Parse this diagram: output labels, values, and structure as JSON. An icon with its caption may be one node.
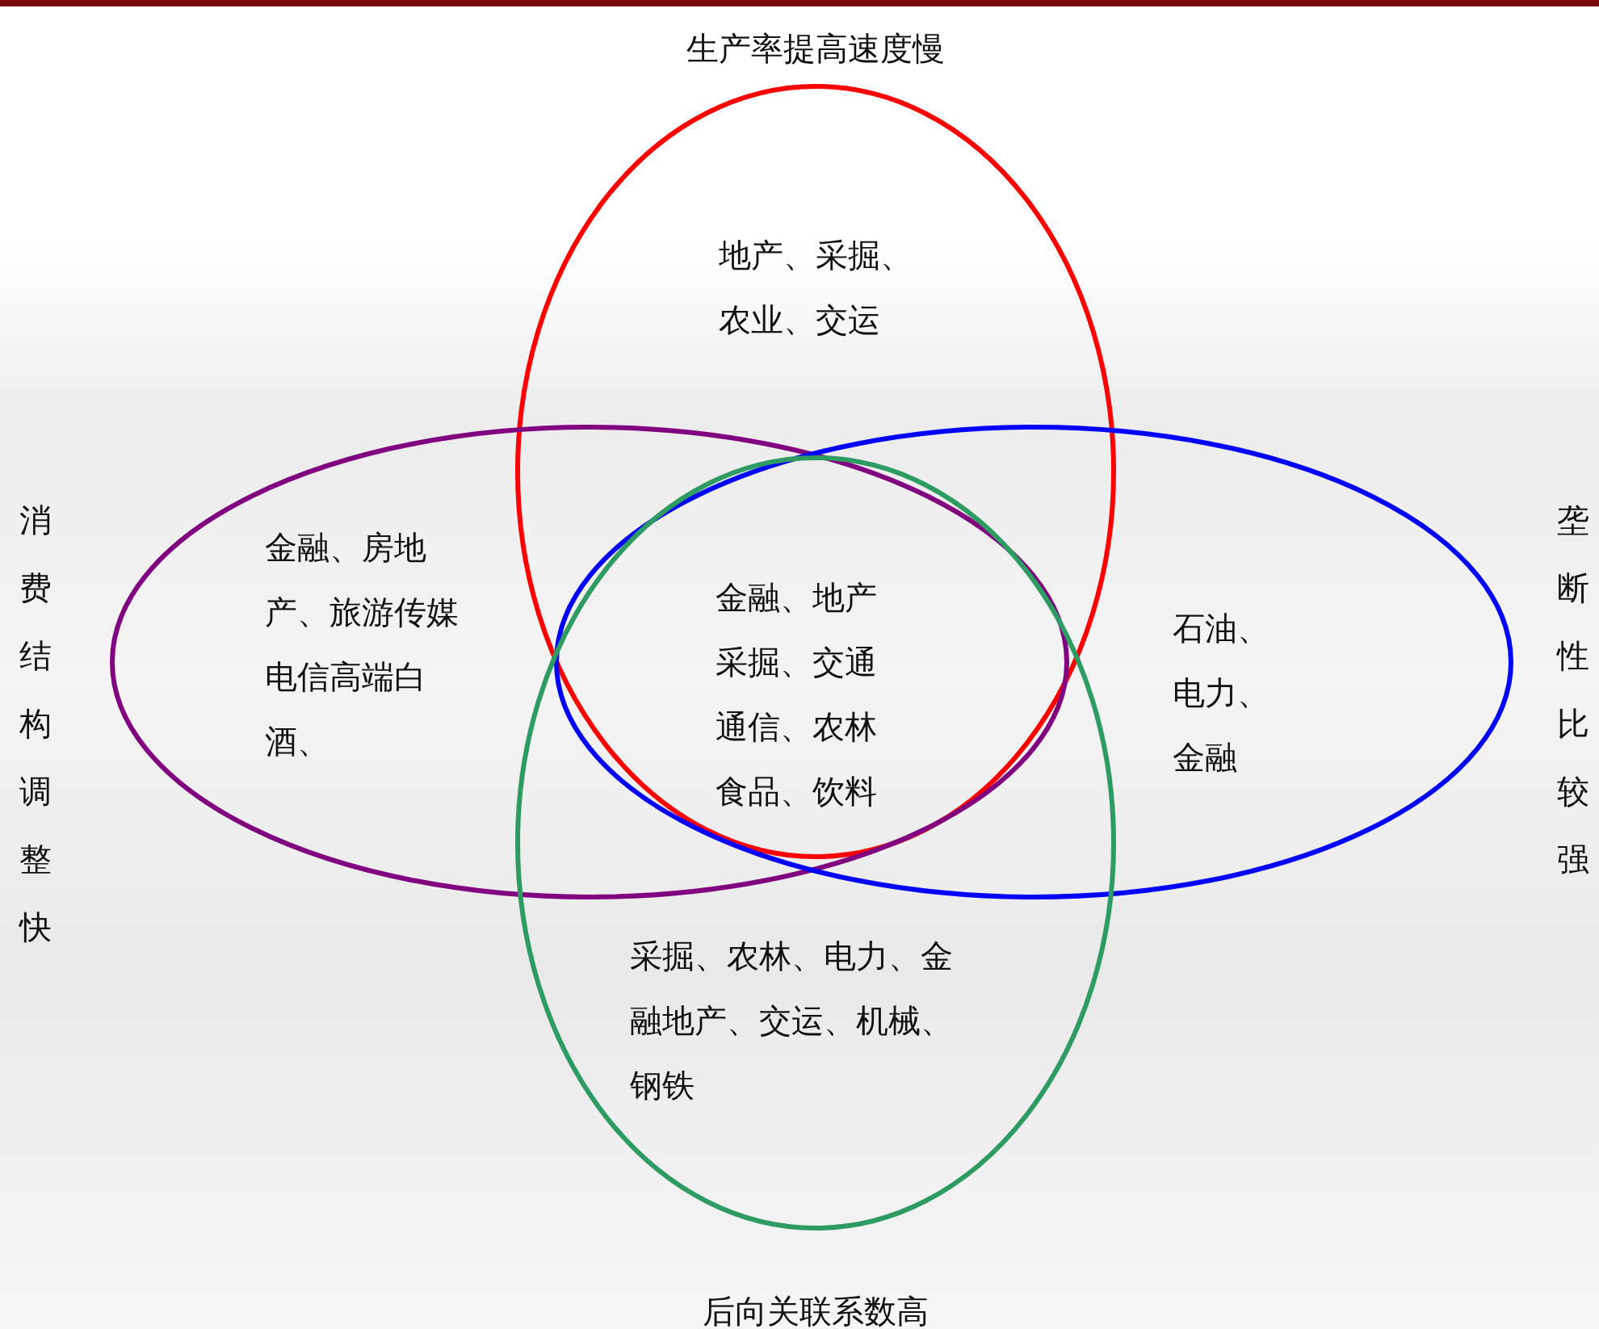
{
  "diagram": {
    "nodes": [
      {
        "text": [
          "生产率提高速度慢",
          "地产、采掘、农业、交运"
        ]
      },
      {
        "text": [
          "消费结构调整快",
          "金融、房地产、旅游传媒电信高端白酒、"
        ]
      },
      {
        "text": [
          "石油、电力、金融",
          "垄断性比较强"
        ]
      },
      {
        "text": [
          "采掘、农林、电力、金融地产、交运、机械、钢铁",
          "后向关联系数高"
        ]
      }
    ],
    "edges": [],
    "labels": [
      "金融、地产采掘、交通通信、农林食品、饮料"
    ]
  }
}
